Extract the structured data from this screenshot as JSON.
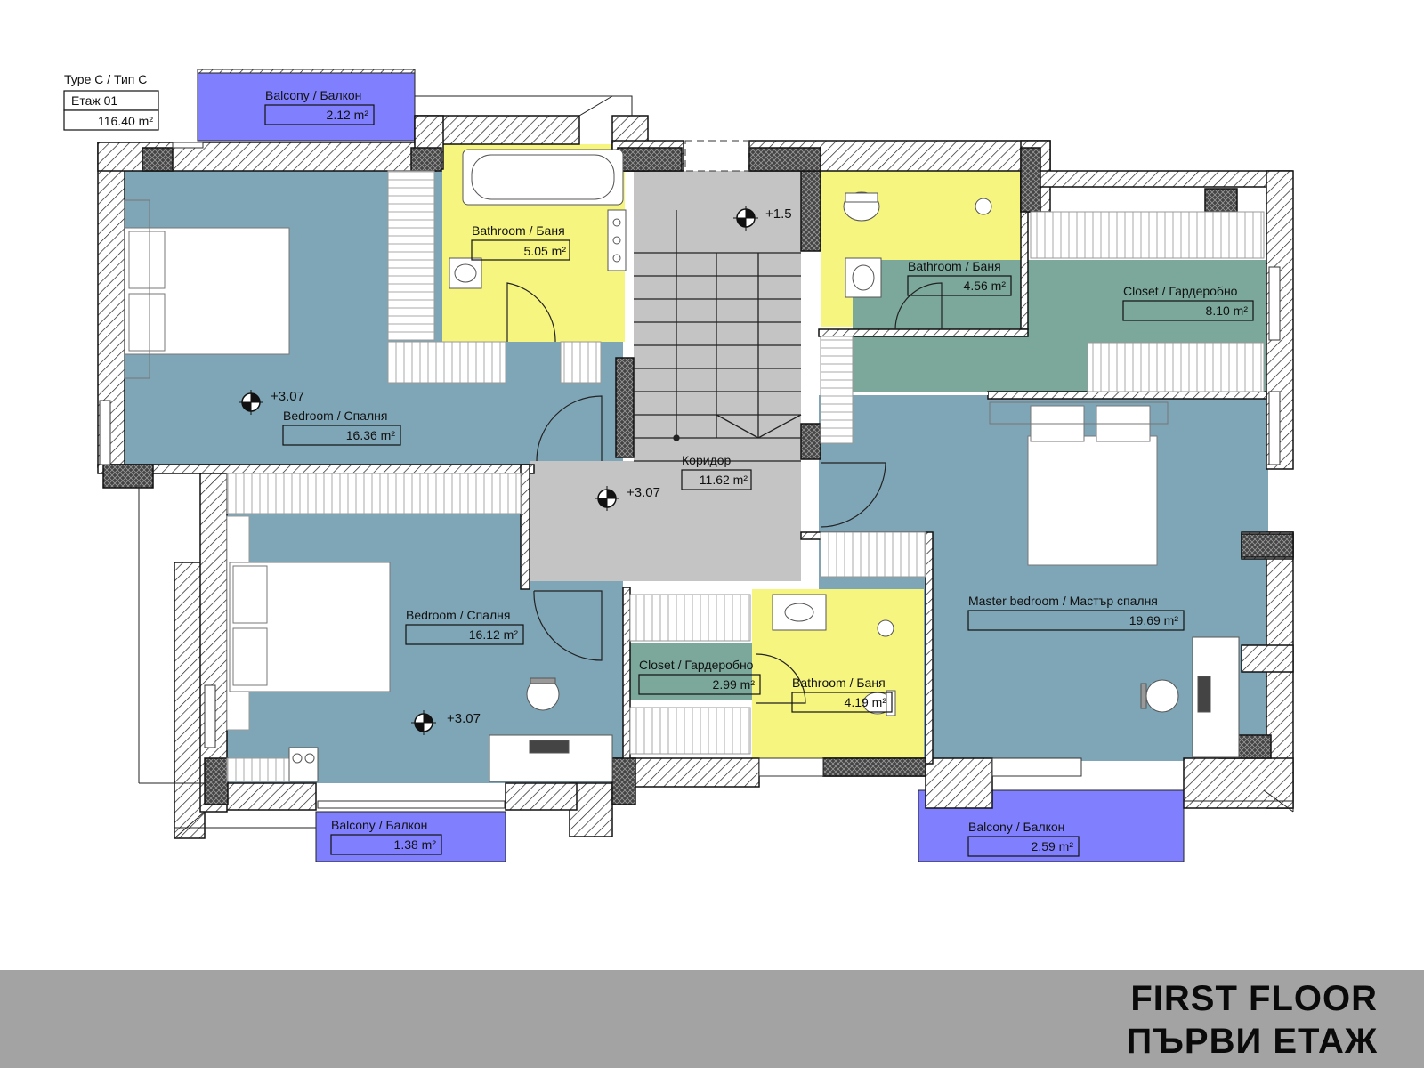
{
  "header": {
    "type_label": "Type C / Тип С",
    "floor_label": "Етаж 01",
    "total_area": "116.40 m²"
  },
  "footer": {
    "title_en": "FIRST FLOOR",
    "title_bg": "ПЪРВИ ЕТАЖ"
  },
  "rooms": {
    "balcony_top": {
      "label": "Balcony / Балкон",
      "area": "2.12 m²"
    },
    "bathroom_1": {
      "label": "Bathroom / Баня",
      "area": "5.05 m²"
    },
    "bathroom_2": {
      "label": "Bathroom / Баня",
      "area": "4.56 m²"
    },
    "closet_1": {
      "label": "Closet / Гардеробно",
      "area": "8.10 m²"
    },
    "bedroom_1": {
      "label": "Bedroom / Спалня",
      "area": "16.36 m²"
    },
    "corridor": {
      "label": "Коридор",
      "area": "11.62 m²"
    },
    "bedroom_2": {
      "label": "Bedroom / Спалня",
      "area": "16.12 m²"
    },
    "closet_2": {
      "label": "Closet / Гардеробно",
      "area": "2.99 m²"
    },
    "bathroom_3": {
      "label": "Bathroom / Баня",
      "area": "4.19 m²"
    },
    "master_bedroom": {
      "label": "Master bedroom / Мастър спалня",
      "area": "19.69 m²"
    },
    "balcony_left": {
      "label": "Balcony / Балкон",
      "area": "1.38 m²"
    },
    "balcony_right": {
      "label": "Balcony / Балкон",
      "area": "2.59 m²"
    }
  },
  "levels": {
    "stair_top": "+1.5",
    "bedroom_1": "+3.07",
    "corridor": "+3.07",
    "bedroom_2": "+3.07"
  },
  "colors": {
    "bedroom": "#7fa6b7",
    "bathroom": "#f6f57f",
    "closet": "#7ba89a",
    "corridor": "#c4c4c4",
    "balcony": "#8080ff",
    "wall": "#111111",
    "footer": "#a3a3a3"
  }
}
